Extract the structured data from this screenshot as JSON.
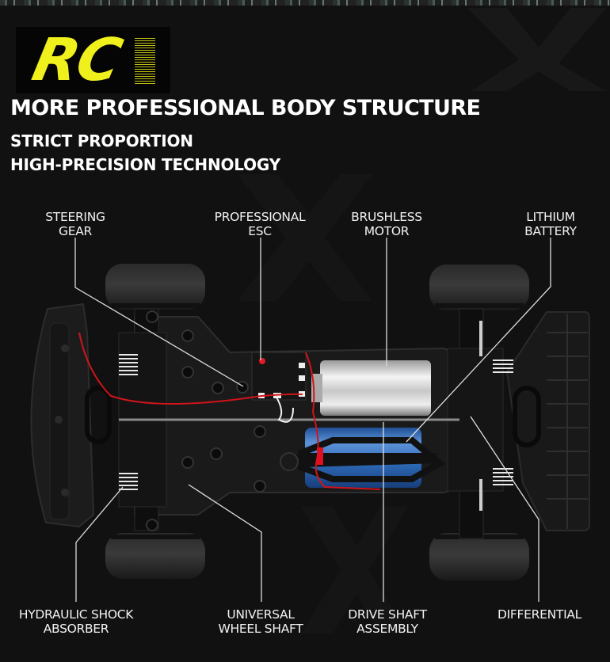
{
  "logo": {
    "text": "RC",
    "color": "#f0f01c"
  },
  "headline": "MORE PROFESSIONAL BODY STRUCTURE",
  "subheadlines": [
    "STRICT PROPORTION",
    "HIGH-PRECISION TECHNOLOGY"
  ],
  "callouts_top": [
    {
      "line1": "STEERING",
      "line2": "GEAR"
    },
    {
      "line1": "PROFESSIONAL",
      "line2": "ESC"
    },
    {
      "line1": "BRUSHLESS",
      "line2": "MOTOR"
    },
    {
      "line1": "LITHIUM",
      "line2": "BATTERY"
    }
  ],
  "callouts_bottom": [
    {
      "line1": "HYDRAULIC SHOCK",
      "line2": "ABSORBER"
    },
    {
      "line1": "UNIVERSAL",
      "line2": "WHEEL SHAFT"
    },
    {
      "line1": "DRIVE SHAFT",
      "line2": "ASSEMBLY"
    },
    {
      "line1": "DIFFERENTIAL",
      "line2": ""
    }
  ],
  "colors": {
    "background": "#111111",
    "accent_yellow": "#f0f01c",
    "wire_red": "#d0141a",
    "battery_blue": "#2f6bb8",
    "motor_silver": "#d8d8d8"
  }
}
